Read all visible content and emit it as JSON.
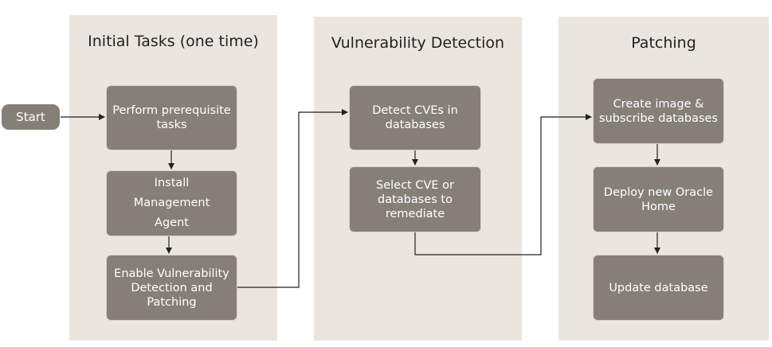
{
  "start_label": "Start",
  "lanes": [
    {
      "title": "Initial Tasks (one time)",
      "steps": [
        {
          "lines": [
            "Perform prerequisite",
            "tasks"
          ]
        },
        {
          "lines": [
            "Install",
            "Management",
            "Agent"
          ]
        },
        {
          "lines": [
            "Enable Vulnerability",
            "Detection and",
            "Patching"
          ]
        }
      ]
    },
    {
      "title": "Vulnerability Detection",
      "steps": [
        {
          "lines": [
            "Detect CVEs in",
            "databases"
          ]
        },
        {
          "lines": [
            "Select CVE or",
            "databases to",
            "remediate"
          ]
        }
      ]
    },
    {
      "title": "Patching",
      "steps": [
        {
          "lines": [
            "Create image  &",
            "subscribe databases"
          ]
        },
        {
          "lines": [
            "Deploy new Oracle",
            "Home"
          ]
        },
        {
          "lines": [
            "Update database"
          ]
        }
      ]
    }
  ],
  "colors": {
    "lane_background": "#ebe5df",
    "step_fill": "#857f78",
    "text_on_step": "#ffffff",
    "connector": "#222222"
  }
}
